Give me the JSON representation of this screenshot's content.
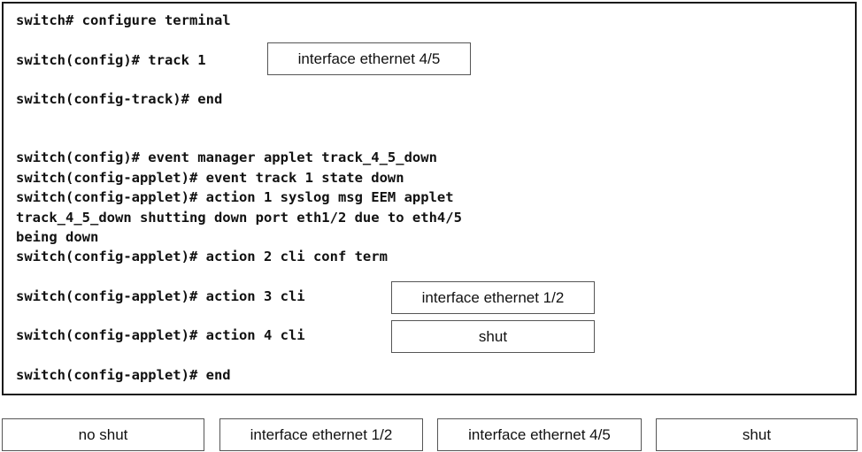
{
  "terminal": {
    "lines": [
      "switch# configure terminal",
      "switch(config)# track 1",
      "switch(config-track)# end",
      "switch(config)# event manager applet track_4_5_down",
      "switch(config-applet)# event track 1 state down",
      "switch(config-applet)# action 1 syslog msg EEM applet",
      "track_4_5_down shutting down port eth1/2 due to eth4/5",
      "being down",
      "switch(config-applet)# action 2 cli conf term",
      "switch(config-applet)# action 3 cli",
      "switch(config-applet)# action 4 cli",
      "switch(config-applet)# end"
    ],
    "slots": [
      "interface ethernet 4/5",
      "interface ethernet 1/2",
      "shut"
    ]
  },
  "choices": [
    "no shut",
    "interface ethernet 1/2",
    "interface ethernet 4/5",
    "shut"
  ]
}
